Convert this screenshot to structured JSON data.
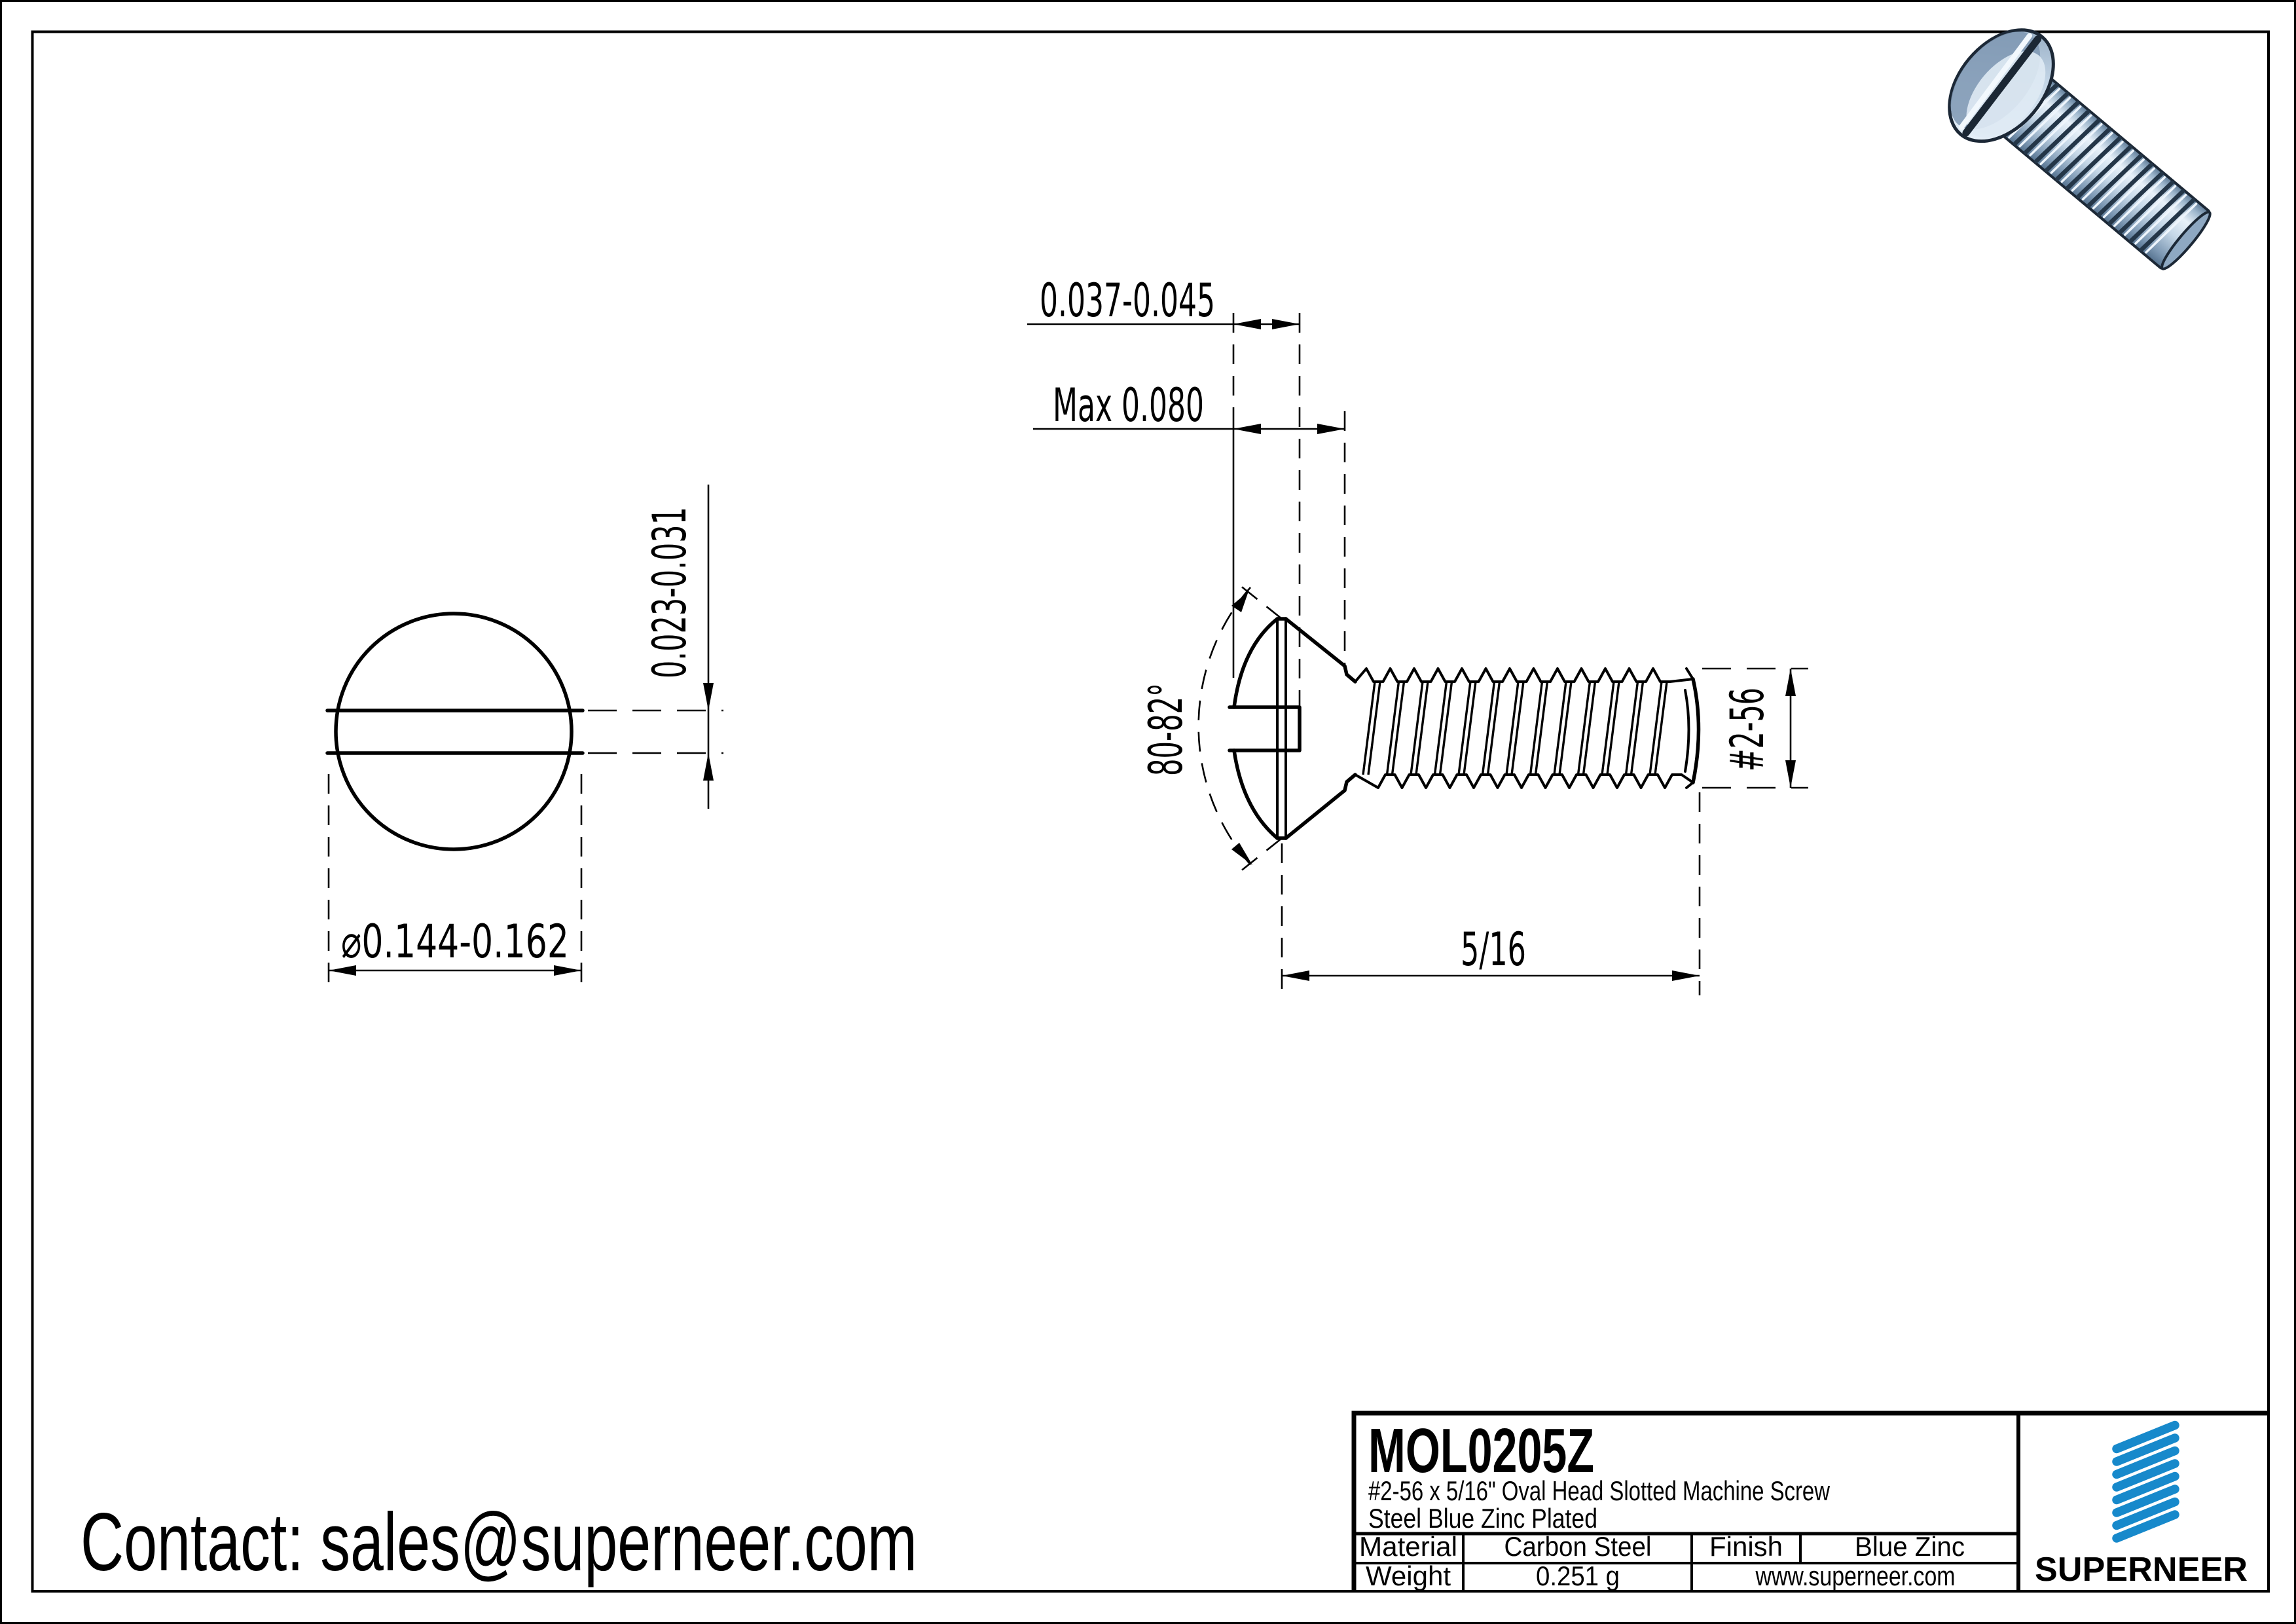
{
  "contact": {
    "text": "Contact: sales@superneer.com"
  },
  "views": {
    "front": {
      "slot_width_dim": "0.023-0.031",
      "head_diameter_dim": "⌀0.144-0.162"
    },
    "side": {
      "slot_depth_dim": "0.037-0.045",
      "head_height_dim": "Max 0.080",
      "head_angle_dim": "80-82°",
      "thread_size_dim": "#2-56",
      "length_dim": "5/16"
    }
  },
  "title_block": {
    "part_number": "MOL0205Z",
    "description_line1": "#2-56 x 5/16\" Oval Head Slotted Machine Screw",
    "description_line2": "Steel Blue Zinc Plated",
    "material_label": "Material",
    "material_value": "Carbon Steel",
    "finish_label": "Finish",
    "finish_value": "Blue Zinc",
    "weight_label": "Weight",
    "weight_value": "0.251 g",
    "website": "www.superneer.com",
    "brand_name": "SUPERNEER",
    "brand_color": "#1789cb",
    "link_color": "#197fd2"
  }
}
